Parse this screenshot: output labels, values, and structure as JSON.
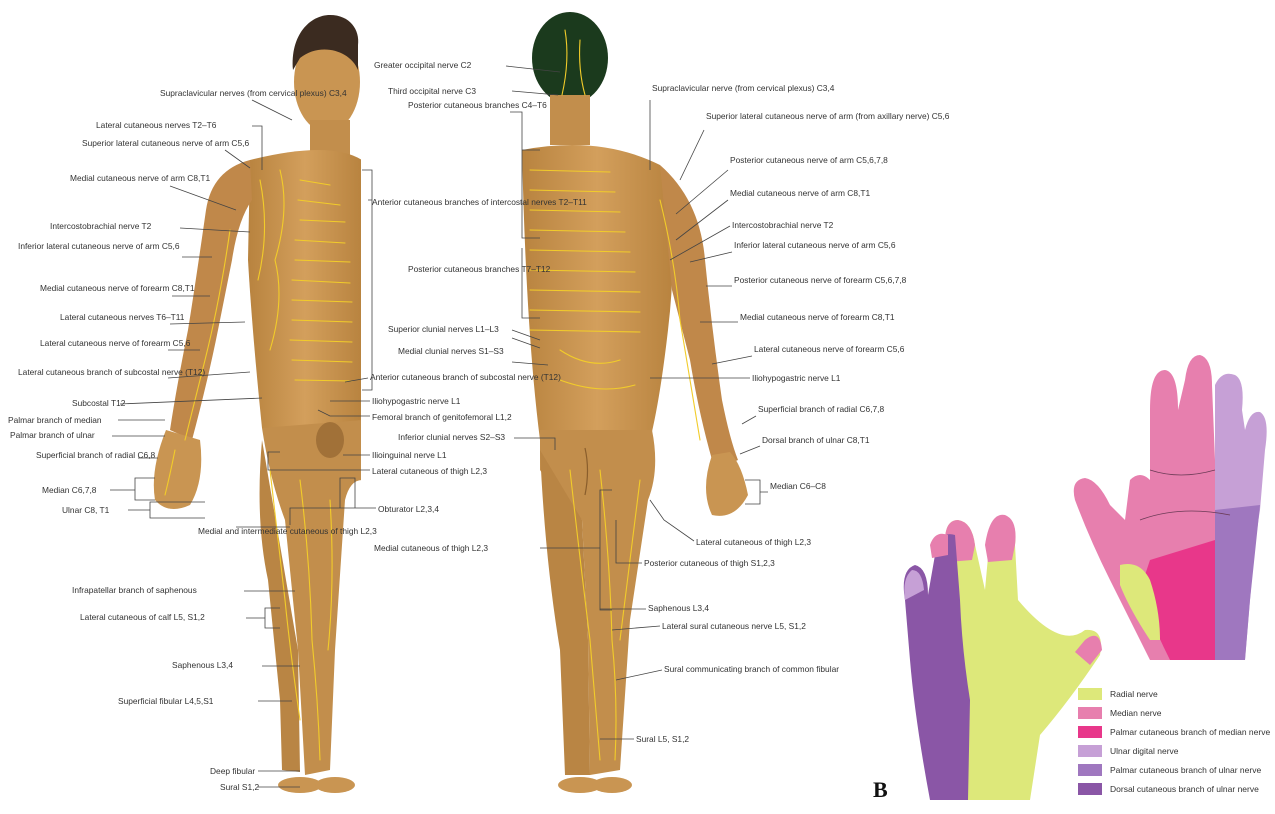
{
  "figure": {
    "panel_letter": "B"
  },
  "anterior_labels": {
    "l01": "Supraclavicular nerves (from cervical plexus) C3,4",
    "l02": "Lateral cutaneous nerves T2–T6",
    "l03": "Superior lateral cutaneous nerve of arm C5,6",
    "l04": "Medial cutaneous nerve of arm C8,T1",
    "l05": "Intercostobrachial nerve T2",
    "l06": "Inferior lateral cutaneous nerve of arm C5,6",
    "l07": "Medial cutaneous nerve of forearm C8,T1",
    "l08": "Lateral cutaneous nerves T6–T11",
    "l09": "Lateral cutaneous nerve of forearm C5,6",
    "l10": "Lateral cutaneous branch of subcostal nerve (T12)",
    "l11": "Subcostal T12",
    "l12": "Palmar branch of median",
    "l13": "Palmar branch of ulnar",
    "l14": "Superficial branch of radial C6,8",
    "l15": "Median C6,7,8",
    "l16": "Ulnar C8, T1",
    "l17": "Anterior cutaneous branches of intercostal nerves T2–T11",
    "l18": "Anterior cutaneous branch of subcostal nerve (T12)",
    "l19": "Iliohypogastric nerve L1",
    "l20": "Femoral branch of genitofemoral L1,2",
    "l21": "Ilioinguinal nerve L1",
    "l22": "Lateral cutaneous of thigh L2,3",
    "l23": "Obturator L2,3,4",
    "l24": "Medial and intermediate cutaneous of thigh L2,3",
    "l25": "Infrapatellar branch of saphenous",
    "l26": "Lateral cutaneous of calf L5, S1,2",
    "l27": "Saphenous L3,4",
    "l28": "Superficial fibular L4,5,S1",
    "l29": "Deep fibular",
    "l30": "Sural S1,2"
  },
  "posterior_labels": {
    "p01": "Greater occipital nerve C2",
    "p02": "Third occipital nerve C3",
    "p03": "Posterior cutaneous branches C4–T6",
    "p04": "Posterior cutaneous branches T7–T12",
    "p05": "Superior clunial nerves L1–L3",
    "p06": "Medial clunial nerves S1–S3",
    "p07": "Inferior clunial nerves S2–S3",
    "p08": "Medial cutaneous of thigh L2,3",
    "p09": "Supraclavicular nerve (from cervical plexus) C3,4",
    "p10": "Superior lateral cutaneous nerve of arm (from axillary nerve) C5,6",
    "p11": "Posterior cutaneous nerve of arm C5,6,7,8",
    "p12": "Medial cutaneous nerve of arm C8,T1",
    "p13": "Intercostobrachial nerve T2",
    "p14": "Inferior lateral cutaneous nerve of arm C5,6",
    "p15": "Posterior cutaneous nerve of forearm C5,6,7,8",
    "p16": "Medial cutaneous nerve of forearm C8,T1",
    "p17": "Lateral cutaneous nerve of forearm C5,6",
    "p18": "Iliohypogastric nerve L1",
    "p19": "Superficial branch of radial C6,7,8",
    "p20": "Dorsal branch of ulnar C8,T1",
    "p21": "Median C6–C8",
    "p22": "Lateral cutaneous of thigh L2,3",
    "p23": "Posterior cutaneous of thigh S1,2,3",
    "p24": "Saphenous L3,4",
    "p25": "Lateral sural cutaneous nerve L5, S1,2",
    "p26": "Sural communicating branch of common fibular",
    "p27": "Sural L5, S1,2"
  },
  "legend": [
    {
      "label": "Radial nerve",
      "color": "#dde87a"
    },
    {
      "label": "Median nerve",
      "color": "#e77fae"
    },
    {
      "label": "Palmar cutaneous branch of median nerve",
      "color": "#e8378a"
    },
    {
      "label": "Ulnar digital nerve",
      "color": "#c6a0d6"
    },
    {
      "label": "Palmar cutaneous branch of ulnar nerve",
      "color": "#9f77bf"
    },
    {
      "label": "Dorsal cutaneous branch of ulnar nerve",
      "color": "#8a56a6"
    }
  ],
  "colors": {
    "skin": "#c99552",
    "skin_dark": "#b07d3f",
    "nerve": "#f2cc2a",
    "hair_front": "#3b2b20",
    "hair_back": "#1b3a1d"
  }
}
